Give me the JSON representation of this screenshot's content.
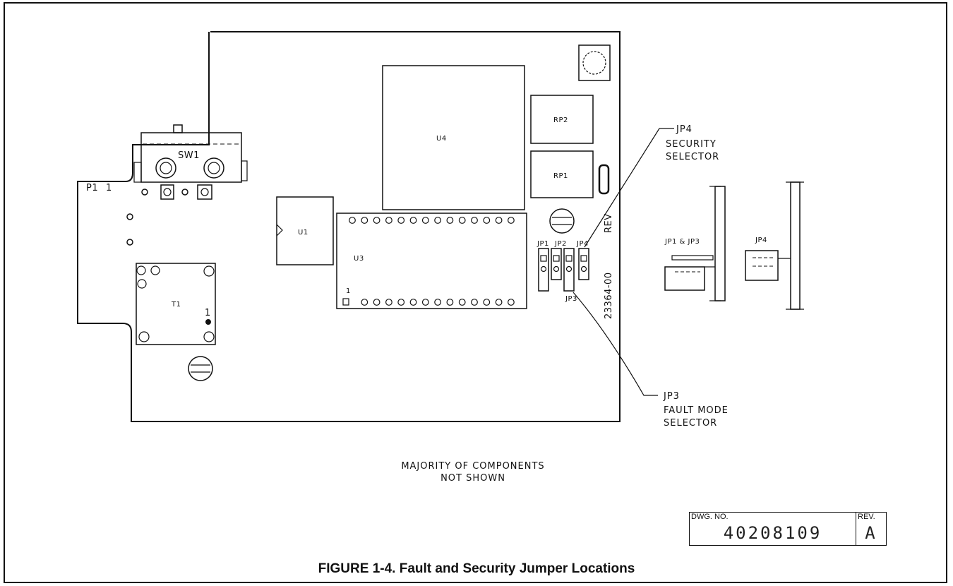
{
  "components": {
    "sw1": "SW1",
    "p1": "P1",
    "p1_pin": "1",
    "u4": "U4",
    "rp2": "RP2",
    "rp1": "RP1",
    "u1": "U1",
    "u3": "U3",
    "u3_pin": "1",
    "t1": "T1",
    "t1_pin": "1",
    "jp1": "JP1",
    "jp2": "JP2",
    "jp4": "JP4",
    "jp3": "JP3",
    "rev": "REV",
    "board_no": "23364-00"
  },
  "side_views": {
    "jp1_jp3": "JP1 & JP3",
    "jp4": "JP4"
  },
  "callouts": {
    "jp4": {
      "line1": "JP4",
      "line2": "SECURITY",
      "line3": "SELECTOR"
    },
    "jp3": {
      "line1": "JP3",
      "line2": "FAULT MODE",
      "line3": "SELECTOR"
    }
  },
  "note": {
    "line1": "MAJORITY OF COMPONENTS",
    "line2": "NOT SHOWN"
  },
  "drawing": {
    "dwg_no_caption": "DWG. NO.",
    "dwg_no": "40208109",
    "rev_caption": "REV.",
    "rev": "A"
  },
  "figure_title": "FIGURE 1-4. Fault and Security Jumper Locations"
}
